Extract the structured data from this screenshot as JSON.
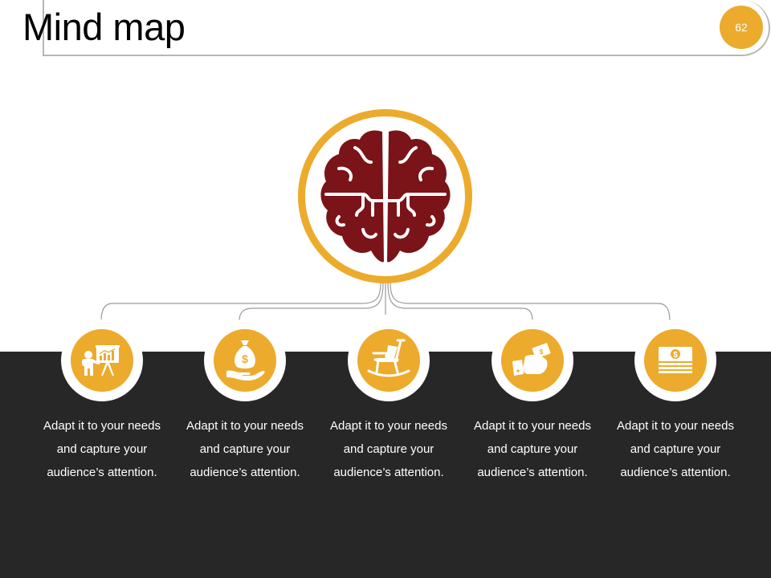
{
  "header": {
    "title": "Mind map",
    "page_number": "62"
  },
  "colors": {
    "accent": "#ecab2c",
    "brain": "#7a1418",
    "dark_band": "#272727",
    "connector": "#9a9a9a"
  },
  "center": {
    "icon": "brain-icon"
  },
  "items": [
    {
      "icon": "presentation-chart-icon",
      "text": "Adapt it to your needs and capture your audience’s attention."
    },
    {
      "icon": "money-bag-hand-icon",
      "text": "Adapt it to your needs and capture your audience’s attention."
    },
    {
      "icon": "rocking-chair-icon",
      "text": "Adapt it to your needs and capture your audience’s attention."
    },
    {
      "icon": "wallet-cash-icon",
      "text": "Adapt it to your needs and capture your audience’s attention."
    },
    {
      "icon": "cash-stack-icon",
      "text": "Adapt it to your needs and capture your audience’s attention."
    }
  ]
}
